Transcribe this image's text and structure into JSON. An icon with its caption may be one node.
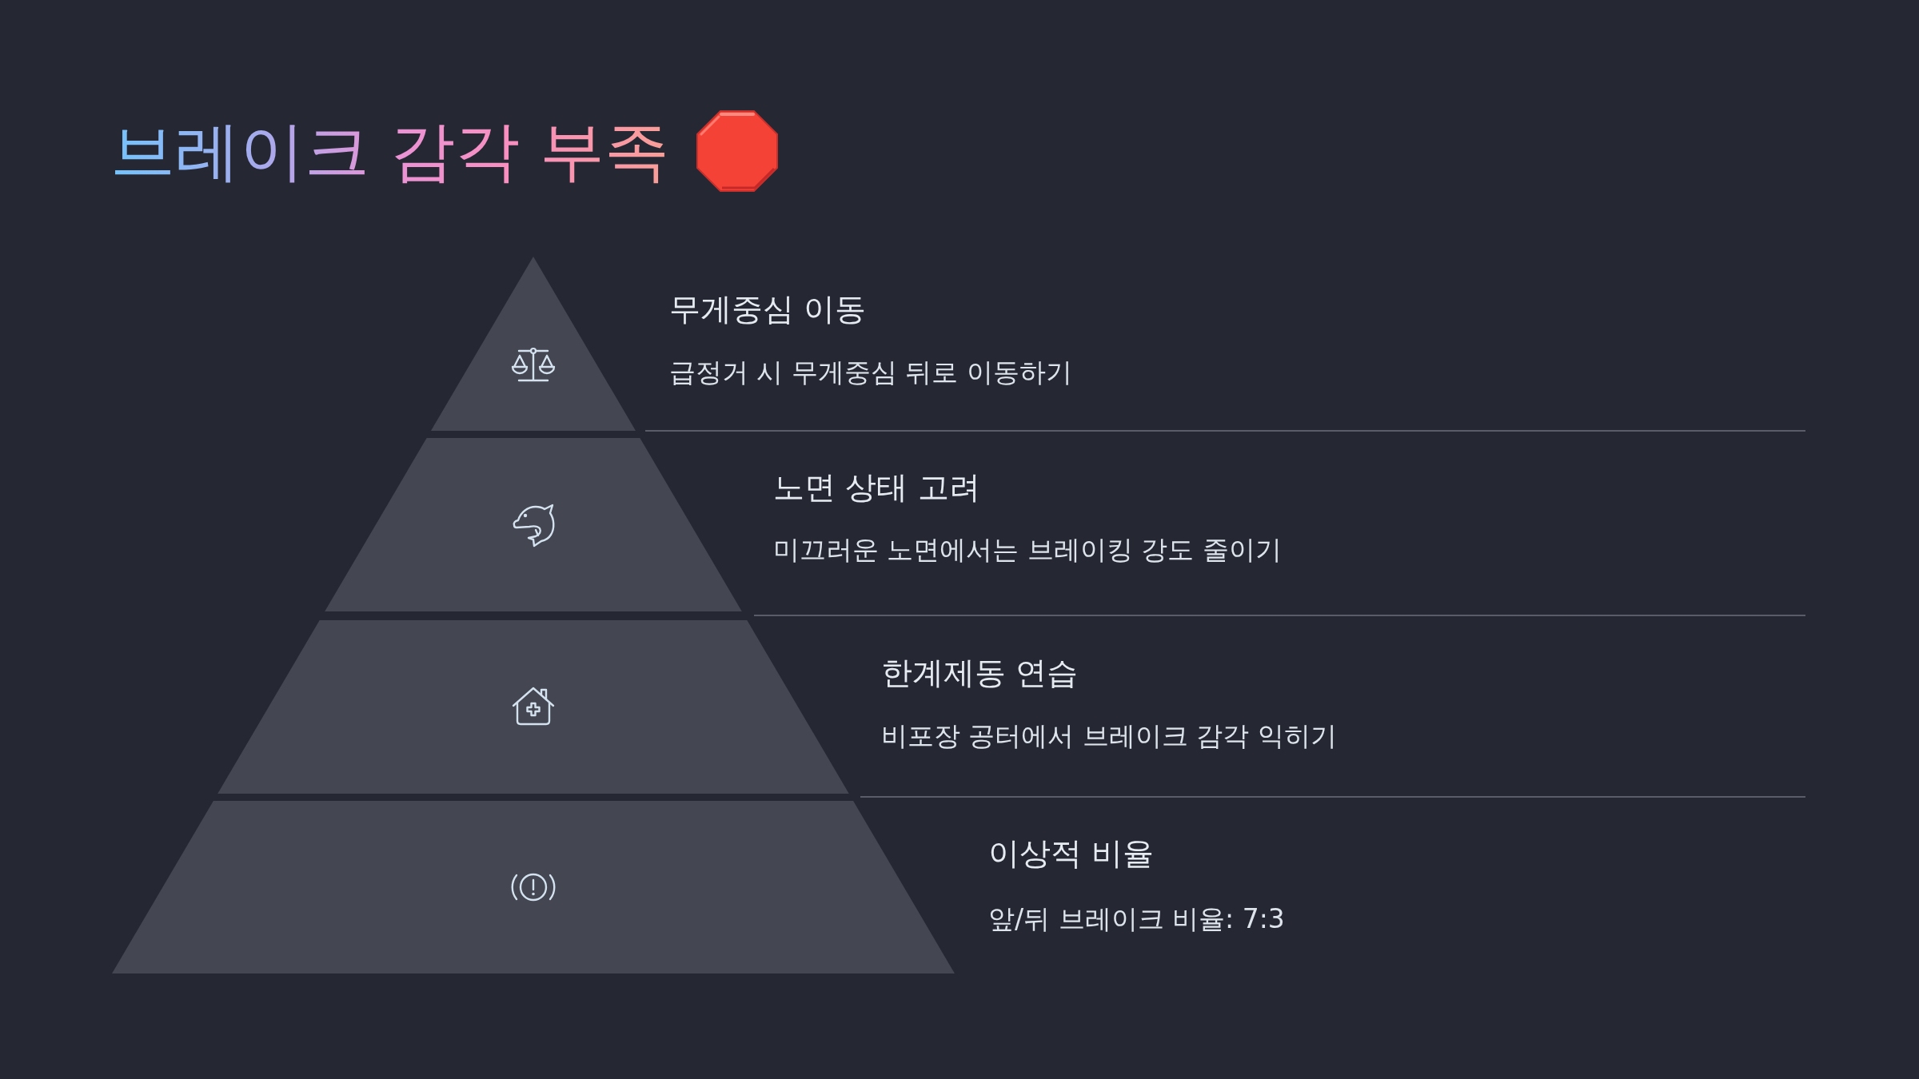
{
  "diagram": {
    "title": "브레이크 감각 부족",
    "nodes": [
      {
        "text": [],
        "shape": "triangle",
        "beside": [
          "무게중심 이동",
          "급정거 시 무게중심 뒤로 이동하기"
        ]
      },
      {
        "text": [],
        "shape": "trapezoid",
        "beside": [
          "노면 상태 고려",
          "미끄러운 노면에서는 브레이킹 강도 줄이기"
        ]
      },
      {
        "text": [],
        "shape": "trapezoid",
        "beside": [
          "한계제동 연습",
          "비포장 공터에서 브레이크 감각 익히기"
        ]
      },
      {
        "text": [],
        "shape": "trapezoid",
        "beside": [
          "이상적 비율",
          "앞/뒤 브레이크 비율: 7:3"
        ]
      }
    ]
  }
}
